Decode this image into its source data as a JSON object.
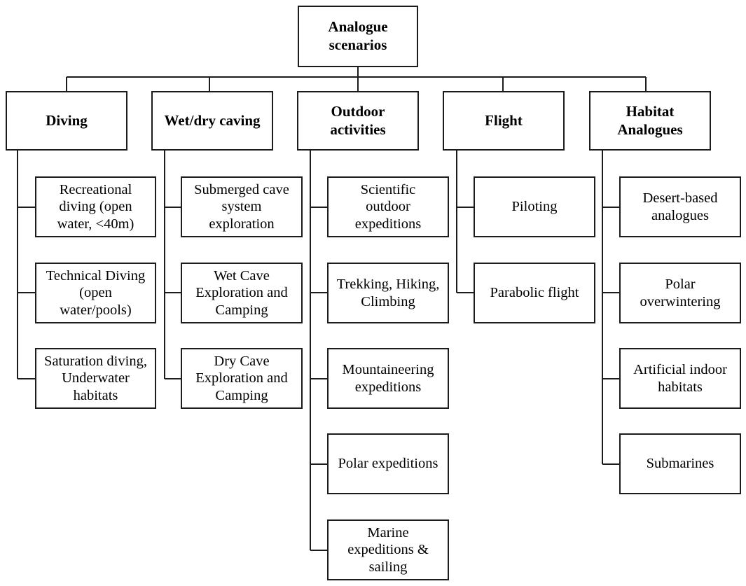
{
  "root": "Analogue\nscenarios",
  "categories": [
    {
      "label": "Diving",
      "items": [
        "Recreational\ndiving (open\nwater, <40m)",
        "Technical Diving\n(open\nwater/pools)",
        "Saturation diving,\nUnderwater\nhabitats"
      ]
    },
    {
      "label": "Wet/dry caving",
      "items": [
        "Submerged cave\nsystem\nexploration",
        "Wet Cave\nExploration and\nCamping",
        "Dry Cave\nExploration and\nCamping"
      ]
    },
    {
      "label": "Outdoor\nactivities",
      "items": [
        "Scientific\noutdoor\nexpeditions",
        "Trekking, Hiking,\nClimbing",
        "Mountaineering\nexpeditions",
        "Polar expeditions",
        "Marine\nexpeditions &\nsailing"
      ]
    },
    {
      "label": "Flight",
      "items": [
        "Piloting",
        "Parabolic flight"
      ]
    },
    {
      "label": "Habitat\nAnalogues",
      "items": [
        "Desert-based\nanalogues",
        "Polar\noverwintering",
        "Artificial indoor\nhabitats",
        "Submarines"
      ]
    }
  ]
}
